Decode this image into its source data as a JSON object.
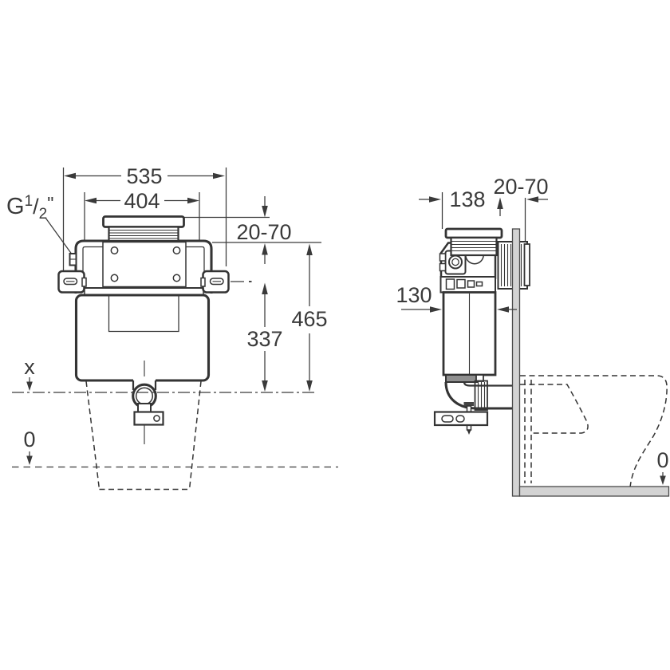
{
  "drawing": {
    "palette": {
      "line": "#3a3a3a",
      "wall_fill": "#d3d3d3",
      "background": "#ffffff"
    },
    "front_view": {
      "dim_width_overall": "535",
      "dim_width_frame": "404",
      "dim_range_top": "20-70",
      "dim_height_overall": "465",
      "dim_height_bracket": "337",
      "label_axis": "x",
      "label_zero": "0",
      "inlet_label": {
        "prefix": "G",
        "numerator": "1",
        "slash": "/",
        "denominator": "2",
        "quote": "\""
      }
    },
    "side_view": {
      "dim_depth": "138",
      "dim_range_wall": "20-70",
      "dim_depth_body": "130",
      "label_zero": "0"
    }
  }
}
